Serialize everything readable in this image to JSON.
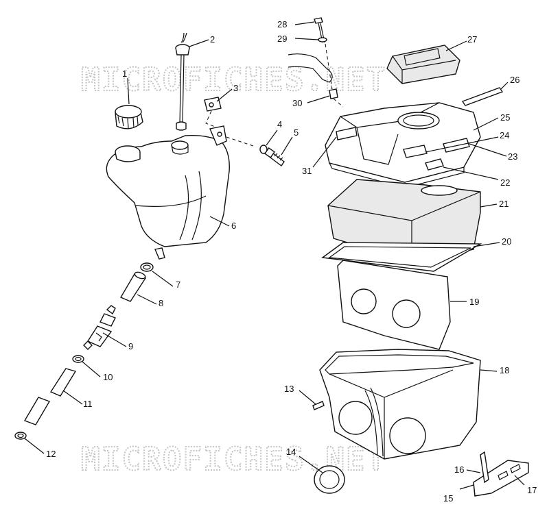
{
  "watermark": {
    "text": "MICROFICHES.NET"
  },
  "callouts": [
    {
      "id": "c1",
      "label": "1"
    },
    {
      "id": "c2",
      "label": "2"
    },
    {
      "id": "c3",
      "label": "3"
    },
    {
      "id": "c4",
      "label": "4"
    },
    {
      "id": "c5",
      "label": "5"
    },
    {
      "id": "c6",
      "label": "6"
    },
    {
      "id": "c7",
      "label": "7"
    },
    {
      "id": "c8",
      "label": "8"
    },
    {
      "id": "c9",
      "label": "9"
    },
    {
      "id": "c10",
      "label": "10"
    },
    {
      "id": "c11",
      "label": "11"
    },
    {
      "id": "c12",
      "label": "12"
    },
    {
      "id": "c13",
      "label": "13"
    },
    {
      "id": "c14",
      "label": "14"
    },
    {
      "id": "c15",
      "label": "15"
    },
    {
      "id": "c16",
      "label": "16"
    },
    {
      "id": "c17",
      "label": "17"
    },
    {
      "id": "c18",
      "label": "18"
    },
    {
      "id": "c19",
      "label": "19"
    },
    {
      "id": "c20",
      "label": "20"
    },
    {
      "id": "c21",
      "label": "21"
    },
    {
      "id": "c22",
      "label": "22"
    },
    {
      "id": "c23",
      "label": "23"
    },
    {
      "id": "c24",
      "label": "24"
    },
    {
      "id": "c25",
      "label": "25"
    },
    {
      "id": "c26",
      "label": "26"
    },
    {
      "id": "c27",
      "label": "27"
    },
    {
      "id": "c28",
      "label": "28"
    },
    {
      "id": "c29",
      "label": "29"
    },
    {
      "id": "c30",
      "label": "30"
    },
    {
      "id": "c31",
      "label": "31"
    }
  ]
}
